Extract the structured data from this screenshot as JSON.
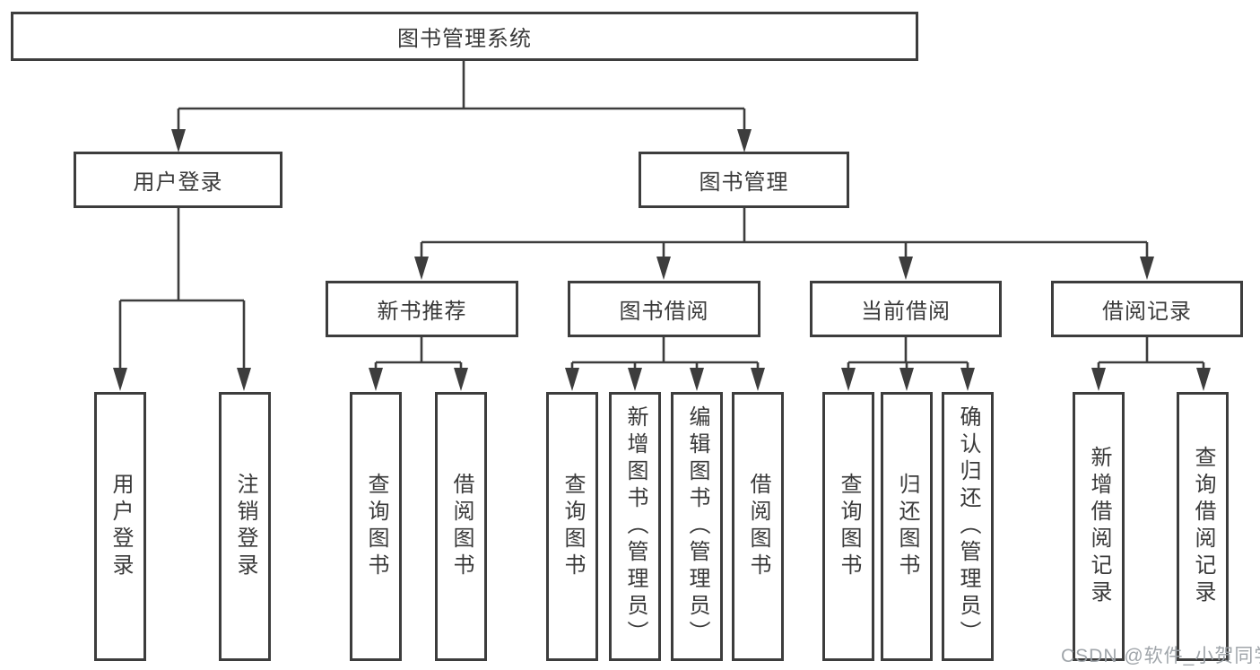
{
  "diagram_title": "图书管理系统",
  "nodes": {
    "root": {
      "label": "图书管理系统"
    },
    "level2": [
      {
        "label": "用户登录"
      },
      {
        "label": "图书管理"
      }
    ],
    "level3": [
      {
        "label": "新书推荐",
        "parent": "图书管理"
      },
      {
        "label": "图书借阅",
        "parent": "图书管理"
      },
      {
        "label": "当前借阅",
        "parent": "图书管理"
      },
      {
        "label": "借阅记录",
        "parent": "图书管理"
      }
    ],
    "level4": [
      {
        "label": "用户登录",
        "parent": "用户登录"
      },
      {
        "label": "注销登录",
        "parent": "用户登录"
      },
      {
        "label": "查询图书",
        "parent": "新书推荐"
      },
      {
        "label": "借阅图书",
        "parent": "新书推荐"
      },
      {
        "label": "查询图书",
        "parent": "图书借阅"
      },
      {
        "label": "新增图书（管理员）",
        "parent": "图书借阅"
      },
      {
        "label": "编辑图书（管理员）",
        "parent": "图书借阅"
      },
      {
        "label": "借阅图书",
        "parent": "图书借阅"
      },
      {
        "label": "查询图书",
        "parent": "当前借阅"
      },
      {
        "label": "归还图书",
        "parent": "当前借阅"
      },
      {
        "label": "确认归还（管理员）",
        "parent": "当前借阅"
      },
      {
        "label": "新增借阅记录",
        "parent": "借阅记录"
      },
      {
        "label": "查询借阅记录",
        "parent": "借阅记录"
      }
    ]
  },
  "watermark": "CSDN @软件_小贺同学",
  "colors": {
    "line": "#3d3d3d",
    "border": "#3d3d3d",
    "text": "#3a3a3a",
    "background": "#ffffff",
    "watermark": "#9ba1a6"
  }
}
